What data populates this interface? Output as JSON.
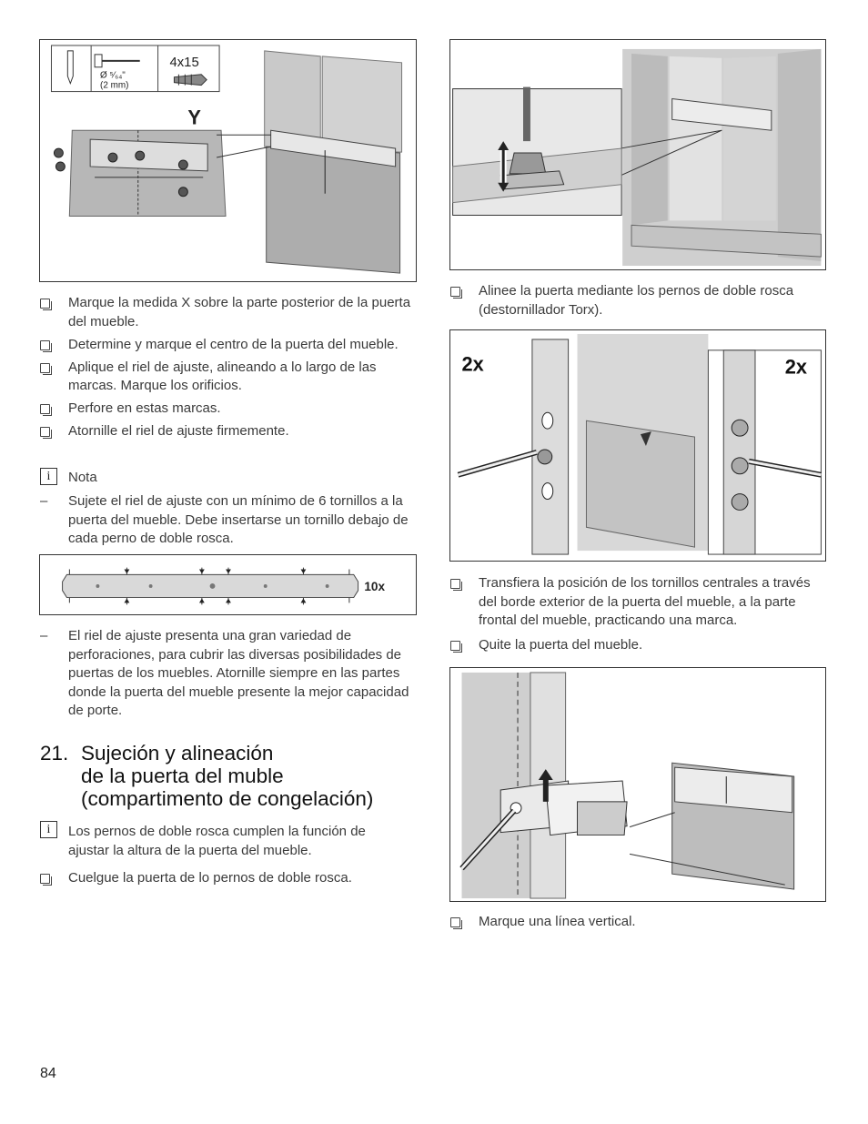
{
  "fig1": {
    "drill_diam": "Ø ⁵⁄₆₄\"",
    "drill_mm": "(2 mm)",
    "screw_size": "4x15",
    "letter": "Y"
  },
  "left_steps": [
    "Marque la medida X sobre la parte posterior de la puerta del mueble.",
    "Determine y marque el centro de la puerta del mueble.",
    "Aplique el riel de ajuste, alineando a lo largo de las marcas. Marque los orificios.",
    "Perfore en estas marcas.",
    "Atornille el riel de ajuste firmemente."
  ],
  "note": {
    "icon": "i",
    "title": "Nota",
    "dash": "–",
    "text": "Sujete el riel de ajuste con un mínimo de 6 tornillos a la puerta del mueble. Debe insertarse un tornillo debajo de cada perno de doble rosca."
  },
  "rail_fig": {
    "count": "10x"
  },
  "dash2": {
    "dash": "–",
    "text": "El riel de ajuste presenta una gran variedad de perforaciones, para cubrir las diversas posibilidades de puertas de los muebles. Atornille siempre en las partes donde la puerta del mueble presente la mejor capacidad de porte."
  },
  "section": {
    "number": "21.",
    "line1": "Sujeción y alineación",
    "line2": "de la puerta del muble",
    "line3": "(compartimento de congelación)"
  },
  "info2": {
    "icon": "i",
    "text": "Los pernos de doble rosca cumplen la función de ajustar la altura de la puerta del mueble."
  },
  "step_hang": "Cuelgue la puerta de lo pernos de doble rosca.",
  "step_align": "Alinee la puerta mediante los pernos de doble rosca (destornillador Torx).",
  "fig3": {
    "left_count": "2x",
    "right_count": "2x"
  },
  "steps_right": [
    "Transfiera la posición de los tornillos centrales a través del borde exterior de la puerta del mueble, a la parte frontal del mueble, practicando una marca.",
    "Quite la puerta del mueble."
  ],
  "step_vertical": "Marque una línea vertical.",
  "page_number": "84"
}
